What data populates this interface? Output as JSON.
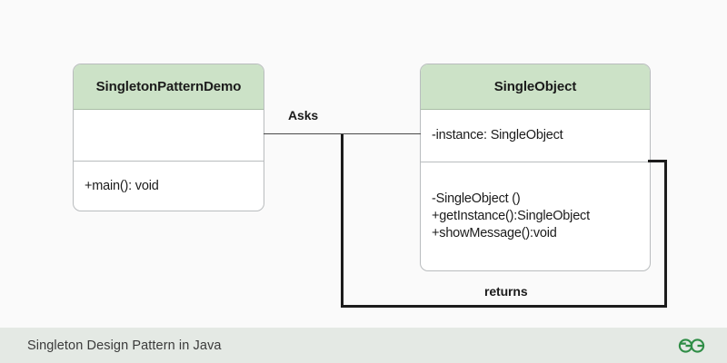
{
  "diagram": {
    "type": "uml-class-diagram",
    "background_color": "#fafafa",
    "accent_header_color": "#cce2c7",
    "border_color": "#b9bcbe",
    "classes": [
      {
        "id": "SingletonPatternDemo",
        "name": "SingletonPatternDemo",
        "attributes": [],
        "operations": [
          "+main(): void"
        ]
      },
      {
        "id": "SingleObject",
        "name": "SingleObject",
        "attributes": [
          "-instance: SingleObject"
        ],
        "operations": [
          "-SingleObject ()",
          "+getInstance():SingleObject",
          "+showMessage():void"
        ]
      }
    ],
    "connectors": [
      {
        "id": "asks",
        "label": "Asks",
        "from": "SingletonPatternDemo",
        "to": "SingleObject"
      },
      {
        "id": "returns",
        "label": "returns",
        "from": "SingleObject",
        "to": "SingletonPatternDemo"
      }
    ]
  },
  "footer": {
    "caption": "Singleton Design Pattern in Java",
    "logo_name": "geeksforgeeks-logo",
    "logo_color": "#2f8d46"
  }
}
